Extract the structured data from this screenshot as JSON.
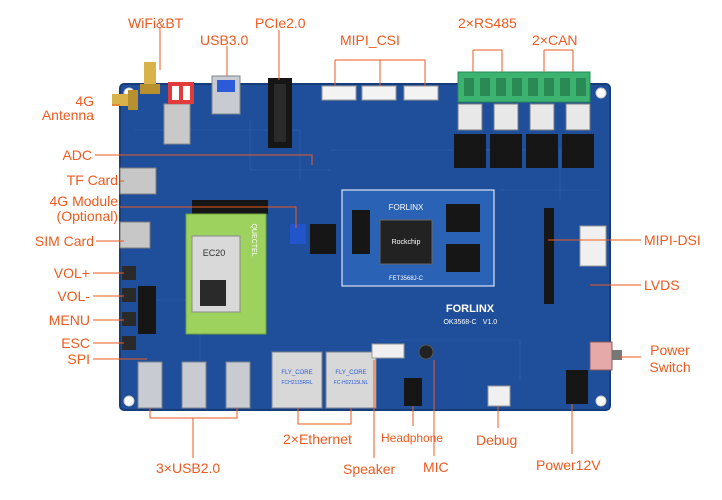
{
  "colors": {
    "label": "#ee5a1f",
    "leader": "#ee5a1f",
    "pcb": "#1f4f9a",
    "pcb_edge": "#163c7a",
    "terminal_green": "#3cb371",
    "silkscreen": "#ffffff",
    "som": "#2a62b5",
    "lte_module": "#9ed25e"
  },
  "labels": {
    "wifi_bt": "WiFi&BT",
    "usb3": "USB3.0",
    "pcie": "PCIe2.0",
    "mipi_csi": "MIPI_CSI",
    "rs485": "2×RS485",
    "can": "2×CAN",
    "antenna_4g_line1": "4G",
    "antenna_4g_line2": "Antenna",
    "adc": "ADC",
    "tf_card": "TF Card",
    "module_4g_line1": "4G Module",
    "module_4g_line2": "(Optional)",
    "sim_card": "SIM Card",
    "vol_plus": "VOL+",
    "vol_minus": "VOL-",
    "menu": "MENU",
    "esc": "ESC",
    "spi": "SPI",
    "mipi_dsi": "MIPI-DSI",
    "lvds": "LVDS",
    "power_switch_line1": "Power",
    "power_switch_line2": "Switch",
    "ethernet": "2×Ethernet",
    "headphone": "Headphone",
    "debug": "Debug",
    "usb2": "3×USB2.0",
    "speaker": "Speaker",
    "mic": "MIC",
    "power12v": "Power12V"
  },
  "silkscreen": {
    "brand": "FORLINX",
    "board_model": "OK3568-C",
    "board_version": "V1.0",
    "som_brand": "FORLINX",
    "som_model": "FET3568J-C",
    "soc_brand": "Rockchip",
    "modem_brand": "QUECTEL",
    "modem_model": "EC20",
    "rj45_brand": "FLY_CORE",
    "rj45_left_part": "FCH2115RRL",
    "rj45_right_part": "FC-H02115LNL"
  }
}
